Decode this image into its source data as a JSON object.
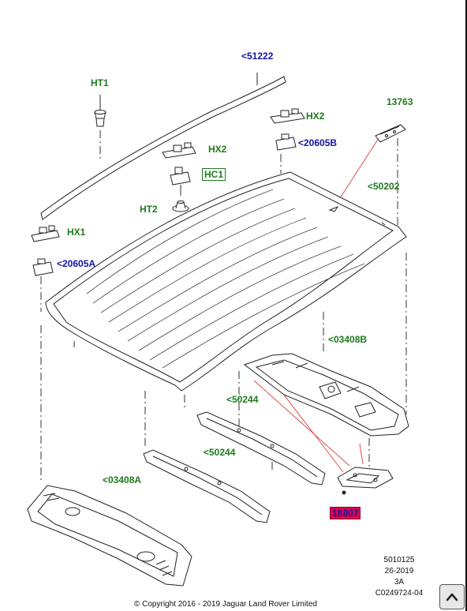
{
  "callouts": {
    "c51222": "<51222",
    "ht1": "HT1",
    "hx2_upper": "HX2",
    "c13763": "13763",
    "c20605b": "<20605B",
    "hx2_lower": "HX2",
    "hc1": "HC1",
    "c50202": "<50202",
    "ht2": "HT2",
    "hx1": "HX1",
    "c20605a": "<20605A",
    "c03408b": "<03408B",
    "c50244_upper": "<50244",
    "c50244_lower": "<50244",
    "c03408a": "<03408A",
    "c18807": "18807"
  },
  "colors": {
    "callout_green": "#1e7a1e",
    "callout_blue": "#1414a0",
    "highlight_red": "#e0004a",
    "leader_red": "#e05050"
  },
  "drawing_info": {
    "line1": "5010125",
    "line2": "26-2019",
    "line3": "3A",
    "line4": "C0249724-04"
  },
  "copyright": "© Copyright 2016 - 2019 Jaguar Land Rover Limited",
  "scroll_top_button": {
    "icon": "chevron-up-icon"
  }
}
